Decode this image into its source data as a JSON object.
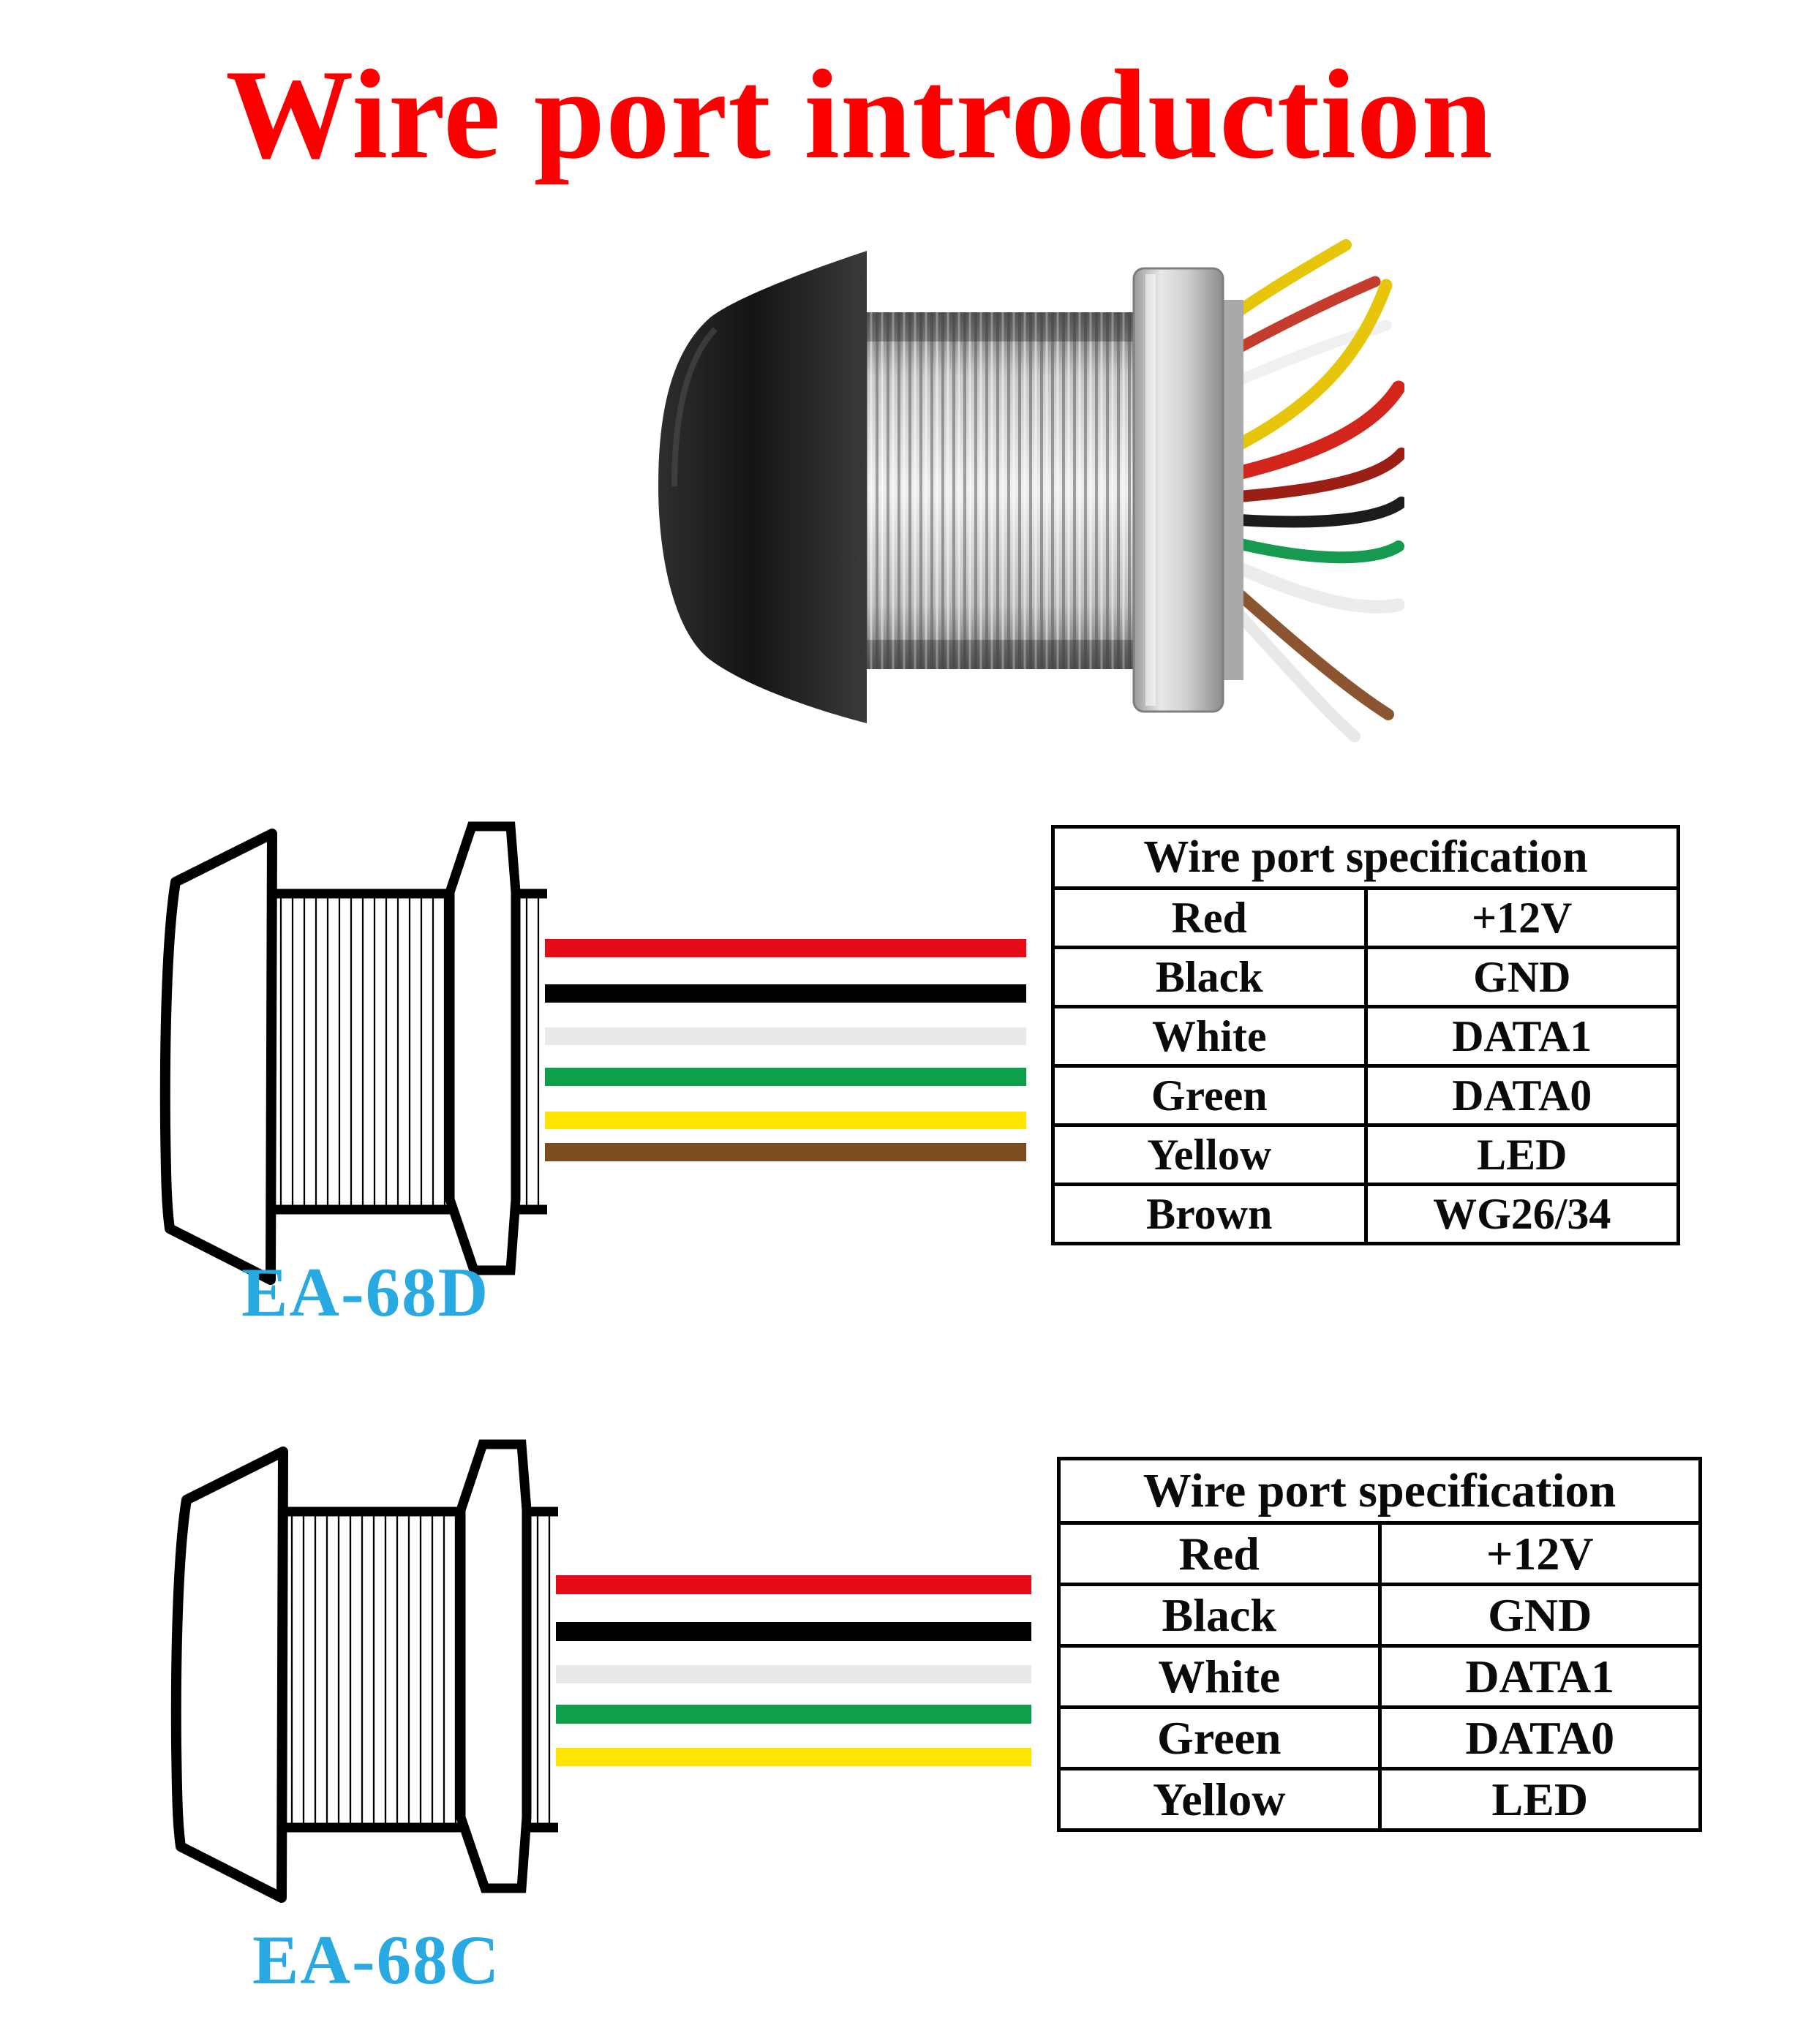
{
  "title": {
    "text": "Wire port introduction",
    "color": "#fb0000"
  },
  "photo": {
    "description": "metal-touch-reader-side-view-with-wires"
  },
  "sections": [
    {
      "model": "EA-68D",
      "label": "EA-68D",
      "label_color": "#29a9e1",
      "wires": [
        {
          "name": "red-wire",
          "hex": "#e60c17"
        },
        {
          "name": "black-wire",
          "hex": "#000000"
        },
        {
          "name": "white-wire",
          "hex": "#e9e9e9"
        },
        {
          "name": "green-wire",
          "hex": "#0e9f4a"
        },
        {
          "name": "yellow-wire",
          "hex": "#ffe400"
        },
        {
          "name": "brown-wire",
          "hex": "#7d4c1e"
        }
      ],
      "table": {
        "header": "Wire port specification",
        "rows": [
          [
            "Red",
            "+12V"
          ],
          [
            "Black",
            "GND"
          ],
          [
            "White",
            "DATA1"
          ],
          [
            "Green",
            "DATA0"
          ],
          [
            "Yellow",
            "LED"
          ],
          [
            "Brown",
            "WG26/34"
          ]
        ]
      }
    },
    {
      "model": "EA-68C",
      "label": "EA-68C",
      "label_color": "#29a9e1",
      "wires": [
        {
          "name": "red-wire",
          "hex": "#e60c17"
        },
        {
          "name": "black-wire",
          "hex": "#000000"
        },
        {
          "name": "white-wire",
          "hex": "#e9e9e9"
        },
        {
          "name": "green-wire",
          "hex": "#0e9f4a"
        },
        {
          "name": "yellow-wire",
          "hex": "#ffe400"
        }
      ],
      "table": {
        "header": "Wire port specification",
        "rows": [
          [
            "Red",
            "+12V"
          ],
          [
            "Black",
            "GND"
          ],
          [
            "White",
            "DATA1"
          ],
          [
            "Green",
            "DATA0"
          ],
          [
            "Yellow",
            "LED"
          ]
        ]
      }
    }
  ]
}
